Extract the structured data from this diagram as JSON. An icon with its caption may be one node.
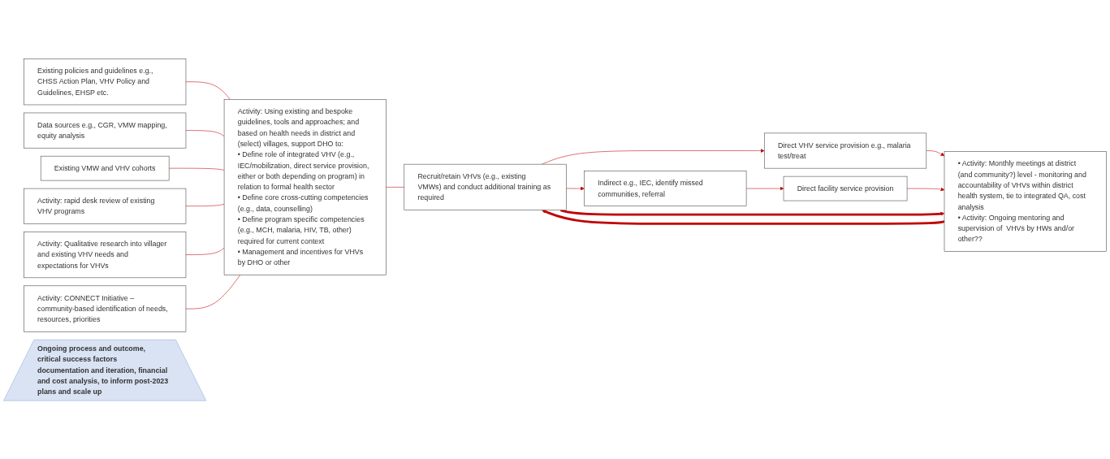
{
  "diagram": {
    "nodes": [
      {
        "text": [
          "Existing policies and guidelines e.g., CHSS Action Plan, VHV Policy and Guidelines, EHSP etc."
        ]
      },
      {
        "text": [
          "Data sources e.g., CGR, VMW mapping, equity analysis"
        ]
      },
      {
        "text": [
          "Existing VMW and VHV cohorts"
        ]
      },
      {
        "text": [
          "Activity: rapid desk review of existing VHV programs"
        ]
      },
      {
        "text": [
          "Activity: Qualitative research into villager and existing VHV needs and expectations for VHVs"
        ]
      },
      {
        "text": [
          "Activity: CONNECT Initiative – community-based identification of needs, resources, priorities"
        ]
      },
      {
        "text": [
          "Activity: Using existing and bespoke guidelines, tools and approaches; and based on health needs in district and (select) villages, support DHO to:",
          "• Define role of integrated VHV (e.g., IEC/mobilization, direct service provision, either or both depending on program) in relation to formal health sector",
          "• Define core cross-cutting competencies (e.g., data, counselling)",
          "• Define program specific competencies (e.g., MCH, malaria, HIV, TB, other) required for current context",
          "• Management and incentives for VHVs by DHO or other"
        ]
      },
      {
        "text": [
          "Recruit/retain VHVs (e.g., existing VMWs) and conduct additional training as required"
        ]
      },
      {
        "text": [
          "Direct VHV service provision e.g., malaria test/treat"
        ]
      },
      {
        "text": [
          "Indirect e.g., IEC, identify missed communities, referral"
        ]
      },
      {
        "text": [
          "Direct facility service provision"
        ]
      },
      {
        "text": [
          "• Activity: Monthly meetings at district (and community?) level - monitoring and accountability of VHVs within district health system, tie to integrated QA, cost analysis",
          "• Activity: Ongoing mentoring and supervision of  VHVs by HWs and/or other??"
        ]
      },
      {
        "text": [
          "Ongoing process and outcome, critical success factors documentation and iteration, financial and cost analysis, to inform post-2023 plans and scale up"
        ]
      }
    ],
    "edges": [
      {
        "from": 0,
        "to": 6,
        "arrow": "none"
      },
      {
        "from": 1,
        "to": 6,
        "arrow": "none"
      },
      {
        "from": 2,
        "to": 6,
        "arrow": "none"
      },
      {
        "from": 3,
        "to": 6,
        "arrow": "none"
      },
      {
        "from": 4,
        "to": 6,
        "arrow": "none"
      },
      {
        "from": 5,
        "to": 6,
        "arrow": "none"
      },
      {
        "from": 6,
        "to": 7,
        "arrow": "none"
      },
      {
        "from": 7,
        "to": 8,
        "arrow": "to"
      },
      {
        "from": 7,
        "to": 9,
        "arrow": "to"
      },
      {
        "from": 9,
        "to": 10,
        "arrow": "to"
      },
      {
        "from": 8,
        "to": 11,
        "arrow": "to"
      },
      {
        "from": 10,
        "to": 11,
        "arrow": "to"
      },
      {
        "from": 11,
        "to": 7,
        "arrow": "to",
        "style": "thick"
      },
      {
        "from": 7,
        "to": 11,
        "arrow": "to",
        "style": "thick"
      }
    ]
  }
}
